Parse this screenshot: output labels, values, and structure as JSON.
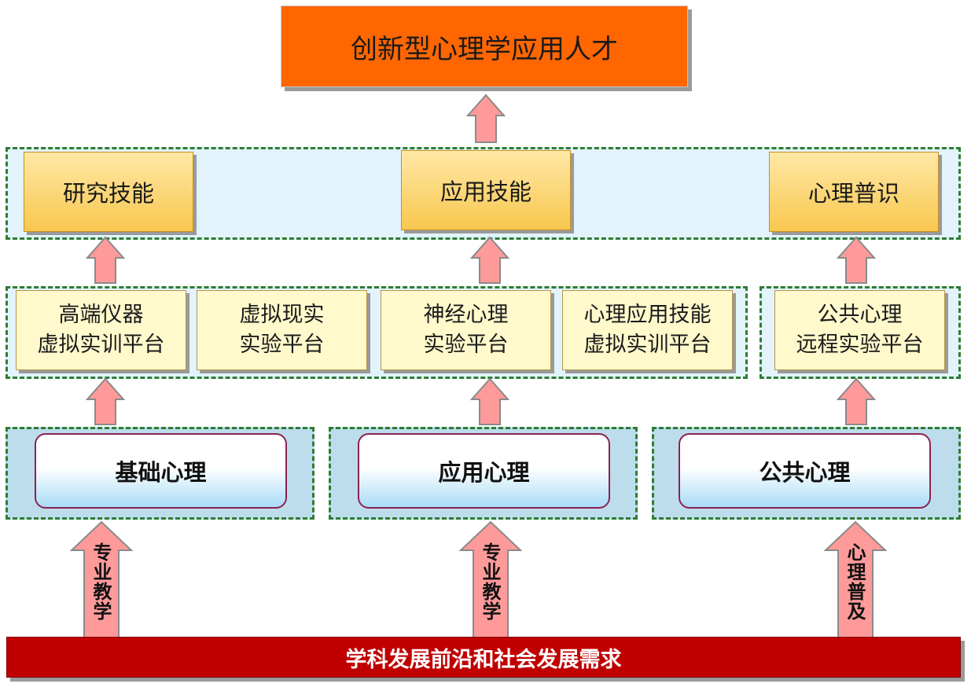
{
  "goal": "创新型心理学应用人才",
  "skills": [
    "研究技能",
    "应用技能",
    "心理普识"
  ],
  "platforms": [
    {
      "line1": "高端仪器",
      "line2": "虚拟实训平台"
    },
    {
      "line1": "虚拟现实",
      "line2": "实验平台"
    },
    {
      "line1": "神经心理",
      "line2": "实验平台"
    },
    {
      "line1": "心理应用技能",
      "line2": "虚拟实训平台"
    },
    {
      "line1": "公共心理",
      "line2": "远程实验平台"
    }
  ],
  "courses": [
    "基础心理",
    "应用心理",
    "公共心理"
  ],
  "arrow_labels": [
    "专业教学",
    "专业教学",
    "心理普及"
  ],
  "foundation": "学科发展前沿和社会发展需求",
  "colors": {
    "goal_box": "#ff6600",
    "skill_box": "#f8c74e",
    "platform_box": "#fff9cc",
    "band_border": "#2e7d32",
    "arrow_fill": "#ff9a9a",
    "foundation_bar": "#c00000"
  }
}
